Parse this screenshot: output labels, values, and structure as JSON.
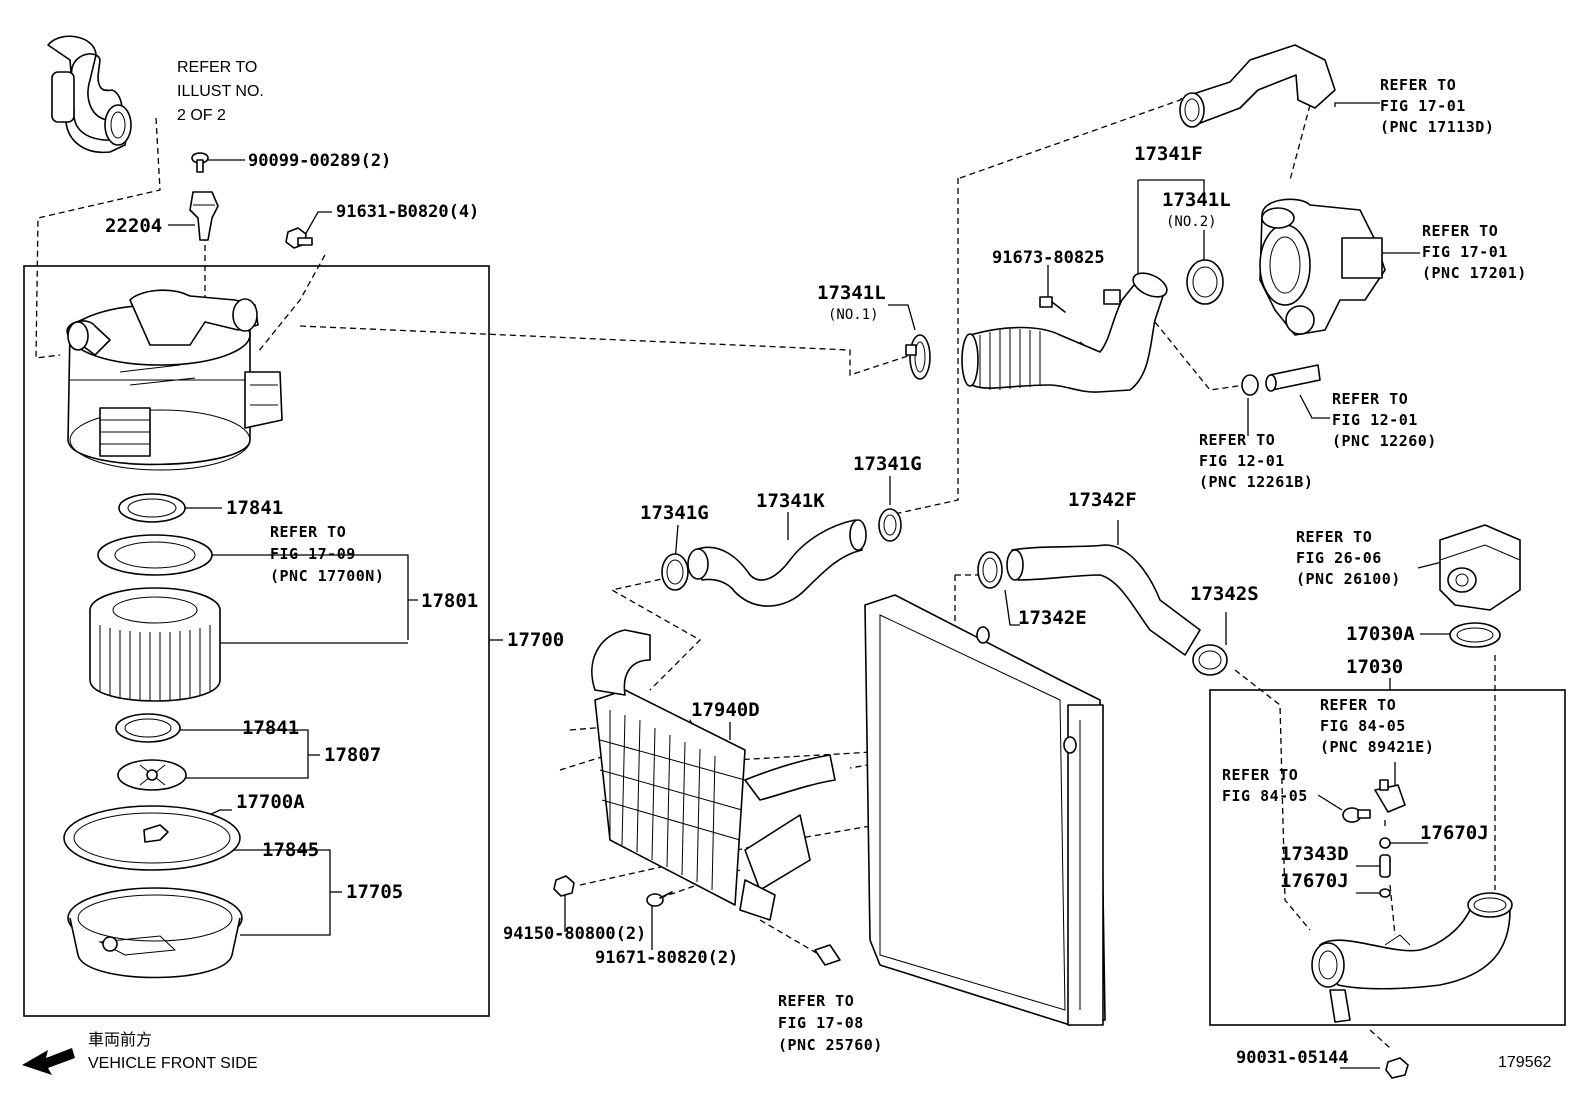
{
  "labels": {
    "refer_illust_1": "REFER TO",
    "refer_illust_2": "ILLUST NO.",
    "refer_illust_3": "2 OF 2",
    "p90099": "90099-00289(2)",
    "p22204": "22204",
    "p91631": "91631-B0820(4)",
    "p17841a": "17841",
    "ref1709_1": "REFER TO",
    "ref1709_2": "FIG 17-09",
    "ref1709_3": "(PNC 17700N)",
    "p17801": "17801",
    "p17700": "17700",
    "p17841b": "17841",
    "p17807": "17807",
    "p17700A": "17700A",
    "p17845": "17845",
    "p17705": "17705",
    "front_jp": "車両前方",
    "front_en": "VEHICLE FRONT SIDE",
    "p17341L_1": "17341L",
    "p17341L_1_note": "(NO.1)",
    "p17341G_a": "17341G",
    "p17341K": "17341K",
    "p17341G_b": "17341G",
    "p17940D": "17940D",
    "p94150": "94150-80800(2)",
    "p91671": "91671-80820(2)",
    "ref1708_1": "REFER TO",
    "ref1708_2": "FIG 17-08",
    "ref1708_3": "(PNC 25760)",
    "p17342F": "17342F",
    "p17342E": "17342E",
    "p17342S": "17342S",
    "p17341F": "17341F",
    "p17341L_2": "17341L",
    "p17341L_2_note": "(NO.2)",
    "p91673": "91673-80825",
    "ref1701a_1": "REFER TO",
    "ref1701a_2": "FIG 17-01",
    "ref1701a_3": "(PNC 17113D)",
    "ref1701b_1": "REFER TO",
    "ref1701b_2": "FIG 17-01",
    "ref1701b_3": "(PNC 17201)",
    "ref1201a_1": "REFER TO",
    "ref1201a_2": "FIG 12-01",
    "ref1201a_3": "(PNC 12260)",
    "ref1201b_1": "REFER TO",
    "ref1201b_2": "FIG 12-01",
    "ref1201b_3": "(PNC 12261B)",
    "ref2606_1": "REFER TO",
    "ref2606_2": "FIG 26-06",
    "ref2606_3": "(PNC 26100)",
    "p17030A": "17030A",
    "p17030": "17030",
    "ref8405a_1": "REFER TO",
    "ref8405a_2": "FIG 84-05",
    "ref8405a_3": "(PNC 89421E)",
    "ref8405b_1": "REFER TO",
    "ref8405b_2": "FIG 84-05",
    "p17670J_a": "17670J",
    "p17343D": "17343D",
    "p17670J_b": "17670J",
    "p90031": "90031-05144",
    "fig_no": "179562"
  },
  "icons": [
    "vehicle-front-arrow-icon"
  ]
}
